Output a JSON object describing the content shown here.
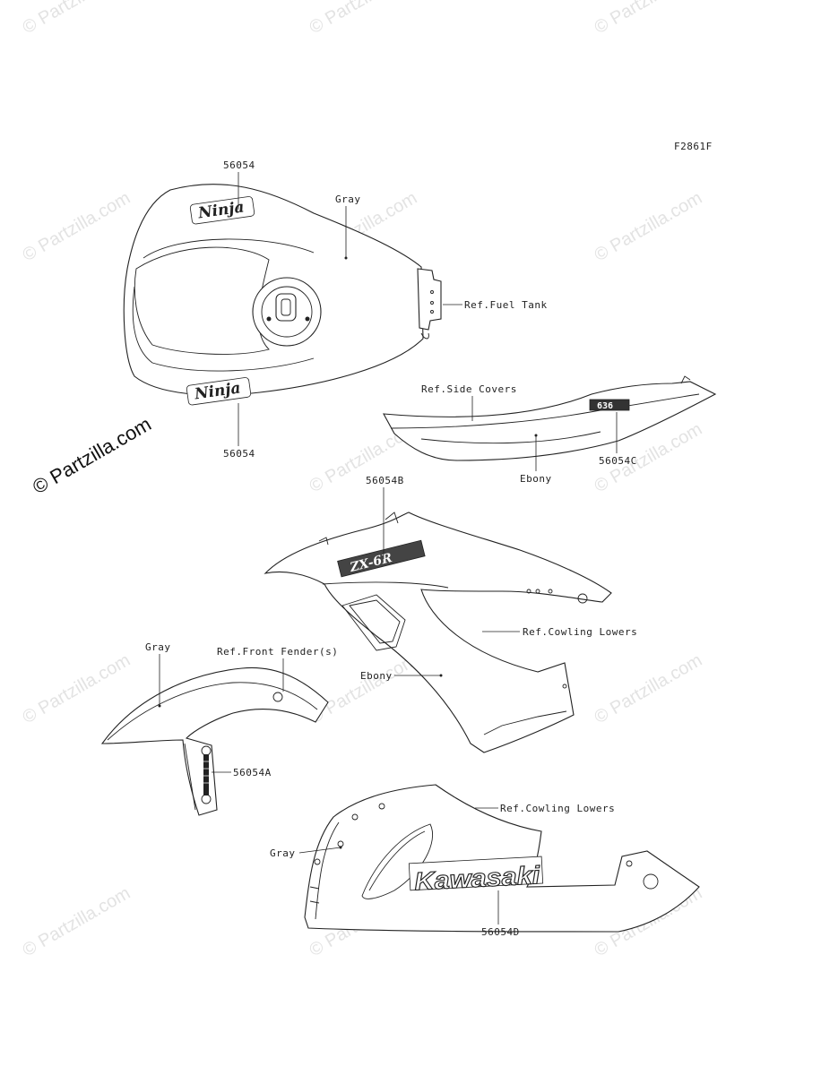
{
  "figure_code": "F2861F",
  "watermark_text": "© Partzilla.com",
  "labels": {
    "tank_decal_top": "56054",
    "tank_decal_bottom": "56054",
    "gray_tank": "Gray",
    "ref_fuel_tank": "Ref.Fuel Tank",
    "ref_side_covers": "Ref.Side Covers",
    "side_cover_decal": "56054C",
    "ebony_side": "Ebony",
    "cowling_decal": "56054B",
    "ref_cowling_lowers_upper": "Ref.Cowling Lowers",
    "ebony_cowling": "Ebony",
    "gray_fender": "Gray",
    "ref_front_fender": "Ref.Front Fender(s)",
    "fender_decal": "56054A",
    "ref_cowling_lowers_lower": "Ref.Cowling Lowers",
    "gray_lower": "Gray",
    "lower_decal": "56054D"
  },
  "decals": {
    "tank_logo_top": "Ninja",
    "tank_logo_bottom": "Ninja",
    "side_cover_logo": "636",
    "cowling_logo": "ZX-6R",
    "lower_logo": "Kawasaki"
  }
}
